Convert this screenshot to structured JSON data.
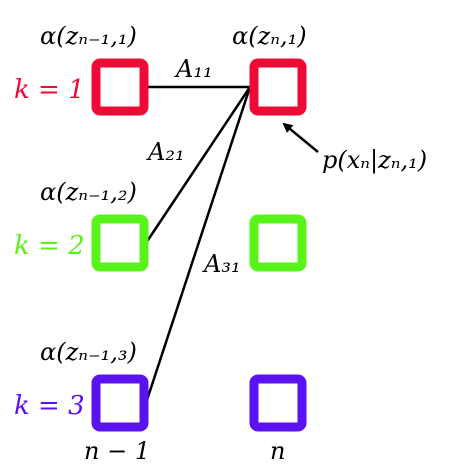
{
  "colors": {
    "k1": "#ef0a36",
    "k2": "#59f21a",
    "k3": "#5b12f1",
    "line": "#000000"
  },
  "rows": [
    {
      "k_label": "k = 1",
      "prev_alpha": "α(zₙ₋₁,₁)",
      "curr_alpha": "α(zₙ,₁)"
    },
    {
      "k_label": "k = 2",
      "prev_alpha": "α(zₙ₋₁,₂)"
    },
    {
      "k_label": "k = 3",
      "prev_alpha": "α(zₙ₋₁,₃)"
    }
  ],
  "transitions": [
    "A₁₁",
    "A₂₁",
    "A₃₁"
  ],
  "emission_label": "p(xₙ|zₙ,₁)",
  "columns": [
    "n − 1",
    "n"
  ]
}
